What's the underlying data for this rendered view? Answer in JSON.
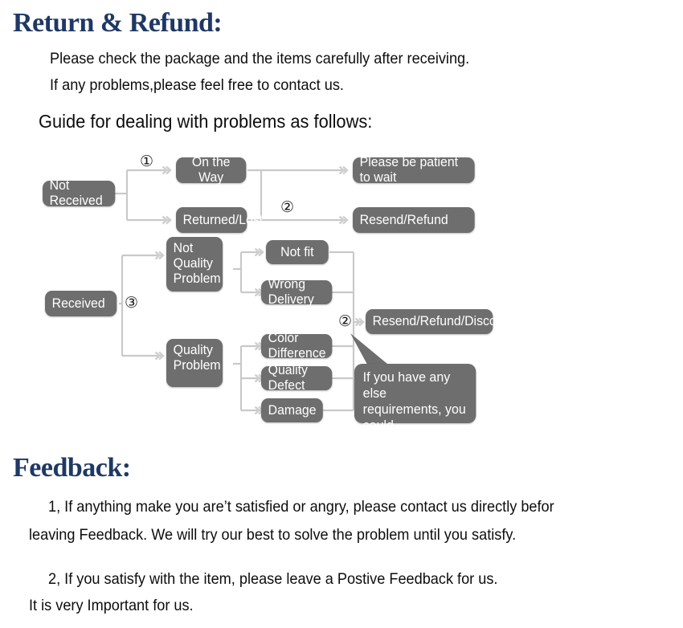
{
  "document": {
    "sections": {
      "return_refund": {
        "heading": "Return & Refund:",
        "intro_line_1": "Please check the package and the items carefully after receiving.",
        "intro_line_2": "If any problems,please feel free to contact us.",
        "guide_line": "Guide for dealing with problems as follows:"
      },
      "feedback": {
        "heading": "Feedback:",
        "item_1_line_1": "1, If anything make you are’t satisfied or angry, please contact us directly befor",
        "item_1_line_2": "leaving Feedback. We will try our best to solve the problem until you satisfy.",
        "item_2_line_1": "2, If you satisfy with the item, please leave a Postive Feedback for us.",
        "item_2_line_2": "It is very Important for us."
      }
    }
  },
  "flowchart": {
    "colors": {
      "node_fill": "#6e6e6e",
      "node_text": "#ffffff",
      "connector": "#c9c9c9",
      "heading_blue": "#1f3864"
    },
    "nodes": {
      "not_received": "Not Received",
      "on_the_way": "On the Way",
      "returned_lost": "Returned/Lost",
      "please_be_patient": "Please be patient to wait",
      "resend_refund": "Resend/Refund",
      "received": "Received",
      "not_quality_problem": "Not\nQuality\nProblem",
      "quality_problem": "Quality\nProblem",
      "not_fit": "Not fit",
      "wrong_delivery": "Wrong Delivery",
      "color_difference": "Color Difference",
      "quality_defect": "Quality Defect",
      "damage": "Damage",
      "resend_refund_discount": "Resend/Refund/Discount"
    },
    "callout": {
      "text": "If you have any else\nrequirements, you could\nalso tell us!"
    },
    "step_markers": {
      "marker_1": "①",
      "marker_2_top": "②",
      "marker_3": "③",
      "marker_2_bottom": "②"
    }
  }
}
